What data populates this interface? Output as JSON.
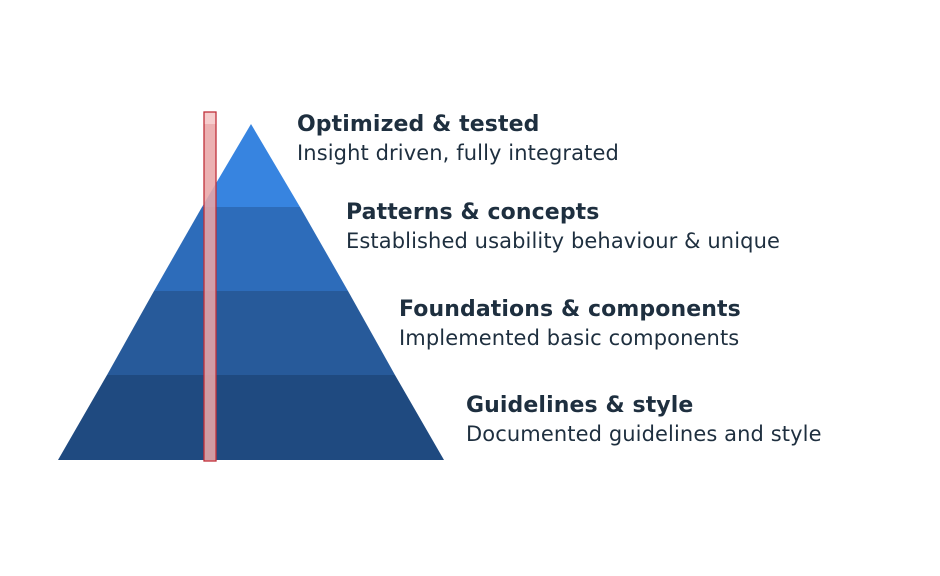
{
  "pyramid": {
    "levels": [
      {
        "title": "Optimized & tested",
        "description": "Insight driven, fully integrated",
        "color": "#3784e0"
      },
      {
        "title": "Patterns & concepts",
        "description": "Established usability behaviour & unique",
        "color": "#2d6cba"
      },
      {
        "title": "Foundations & components",
        "description": "Implemented basic components",
        "color": "#275a9a"
      },
      {
        "title": "Guidelines & style",
        "description": "Documented guidelines and style",
        "color": "#1f4a80"
      }
    ],
    "highlight": {
      "fill": "#f4c4c4",
      "stroke": "#c0303a"
    },
    "text_color": "#1e2f3f"
  }
}
